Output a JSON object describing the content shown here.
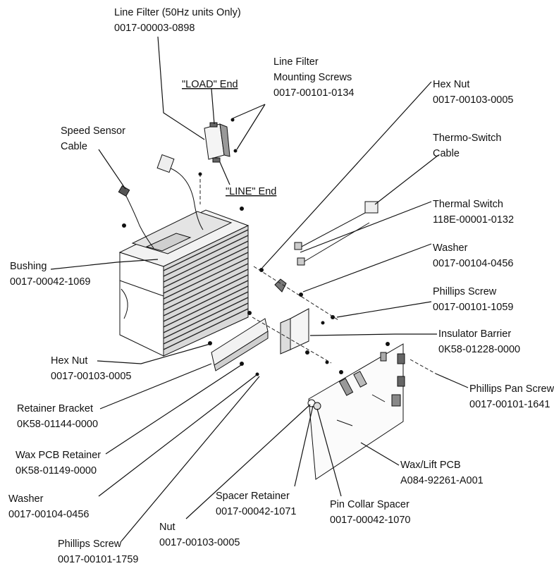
{
  "callouts": {
    "line_filter": {
      "name": "Line Filter (50Hz units Only)",
      "part": "0017-00003-0898"
    },
    "load_end": "\"LOAD\" End",
    "line_end": "\"LINE\" End",
    "line_filter_screws": {
      "name1": "Line Filter",
      "name2": "Mounting Screws",
      "part": "0017-00101-0134"
    },
    "hex_nut_top": {
      "name": "Hex Nut",
      "part": "0017-00103-0005"
    },
    "thermo_switch_cable": {
      "name1": "Thermo-Switch",
      "name2": "Cable"
    },
    "speed_sensor_cable": {
      "name1": "Speed Sensor",
      "name2": "Cable"
    },
    "thermal_switch": {
      "name": "Thermal Switch",
      "part": "118E-00001-0132"
    },
    "washer_right": {
      "name": "Washer",
      "part": "0017-00104-0456"
    },
    "bushing": {
      "name": "Bushing",
      "part": "0017-00042-1069"
    },
    "phillips_screw_right": {
      "name": "Phillips Screw",
      "part": "0017-00101-1059"
    },
    "insulator_barrier": {
      "name": "Insulator Barrier",
      "part": "0K58-01228-0000"
    },
    "hex_nut_left": {
      "name": "Hex Nut",
      "part": "0017-00103-0005"
    },
    "phillips_pan_screw": {
      "name": "Phillips Pan Screw",
      "part": "0017-00101-1641"
    },
    "retainer_bracket": {
      "name": "Retainer Bracket",
      "part": "0K58-01144-0000"
    },
    "wax_pcb_retainer": {
      "name": "Wax PCB Retainer",
      "part": "0K58-01149-0000"
    },
    "wax_lift_pcb": {
      "name": "Wax/Lift PCB",
      "part": "A084-92261-A001"
    },
    "washer_left": {
      "name": "Washer",
      "part": "0017-00104-0456"
    },
    "spacer_retainer": {
      "name": "Spacer Retainer",
      "part": "0017-00042-1071"
    },
    "pin_collar_spacer": {
      "name": "Pin Collar Spacer",
      "part": "0017-00042-1070"
    },
    "nut": {
      "name": "Nut",
      "part": "0017-00103-0005"
    },
    "phillips_screw_bottom": {
      "name": "Phillips Screw",
      "part": "0017-00101-1759"
    }
  }
}
